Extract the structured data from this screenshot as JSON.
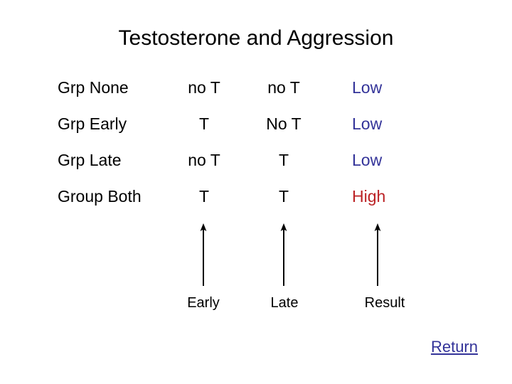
{
  "slide": {
    "title": "Testosterone and Aggression",
    "background_color": "#ffffff",
    "text_color": "#000000"
  },
  "colors": {
    "low": "#333399",
    "high": "#bb2225",
    "link": "#333399",
    "text": "#000000"
  },
  "table": {
    "rows": [
      {
        "group": "Grp None",
        "early": "no T",
        "late": "no T",
        "result": "Low",
        "result_color": "#333399"
      },
      {
        "group": "Grp Early",
        "early": "T",
        "late": "No T",
        "result": "Low",
        "result_color": "#333399"
      },
      {
        "group": "Grp Late",
        "early": "no T",
        "late": "T",
        "result": "Low",
        "result_color": "#333399"
      },
      {
        "group": "Group Both",
        "early": "T",
        "late": "T",
        "result": "High",
        "result_color": "#bb2225"
      }
    ]
  },
  "axis_labels": {
    "early": "Early",
    "late": "Late",
    "result": "Result"
  },
  "arrows": {
    "icon": "arrow-up-icon",
    "count": 3
  },
  "footer": {
    "return_label": "Return"
  }
}
